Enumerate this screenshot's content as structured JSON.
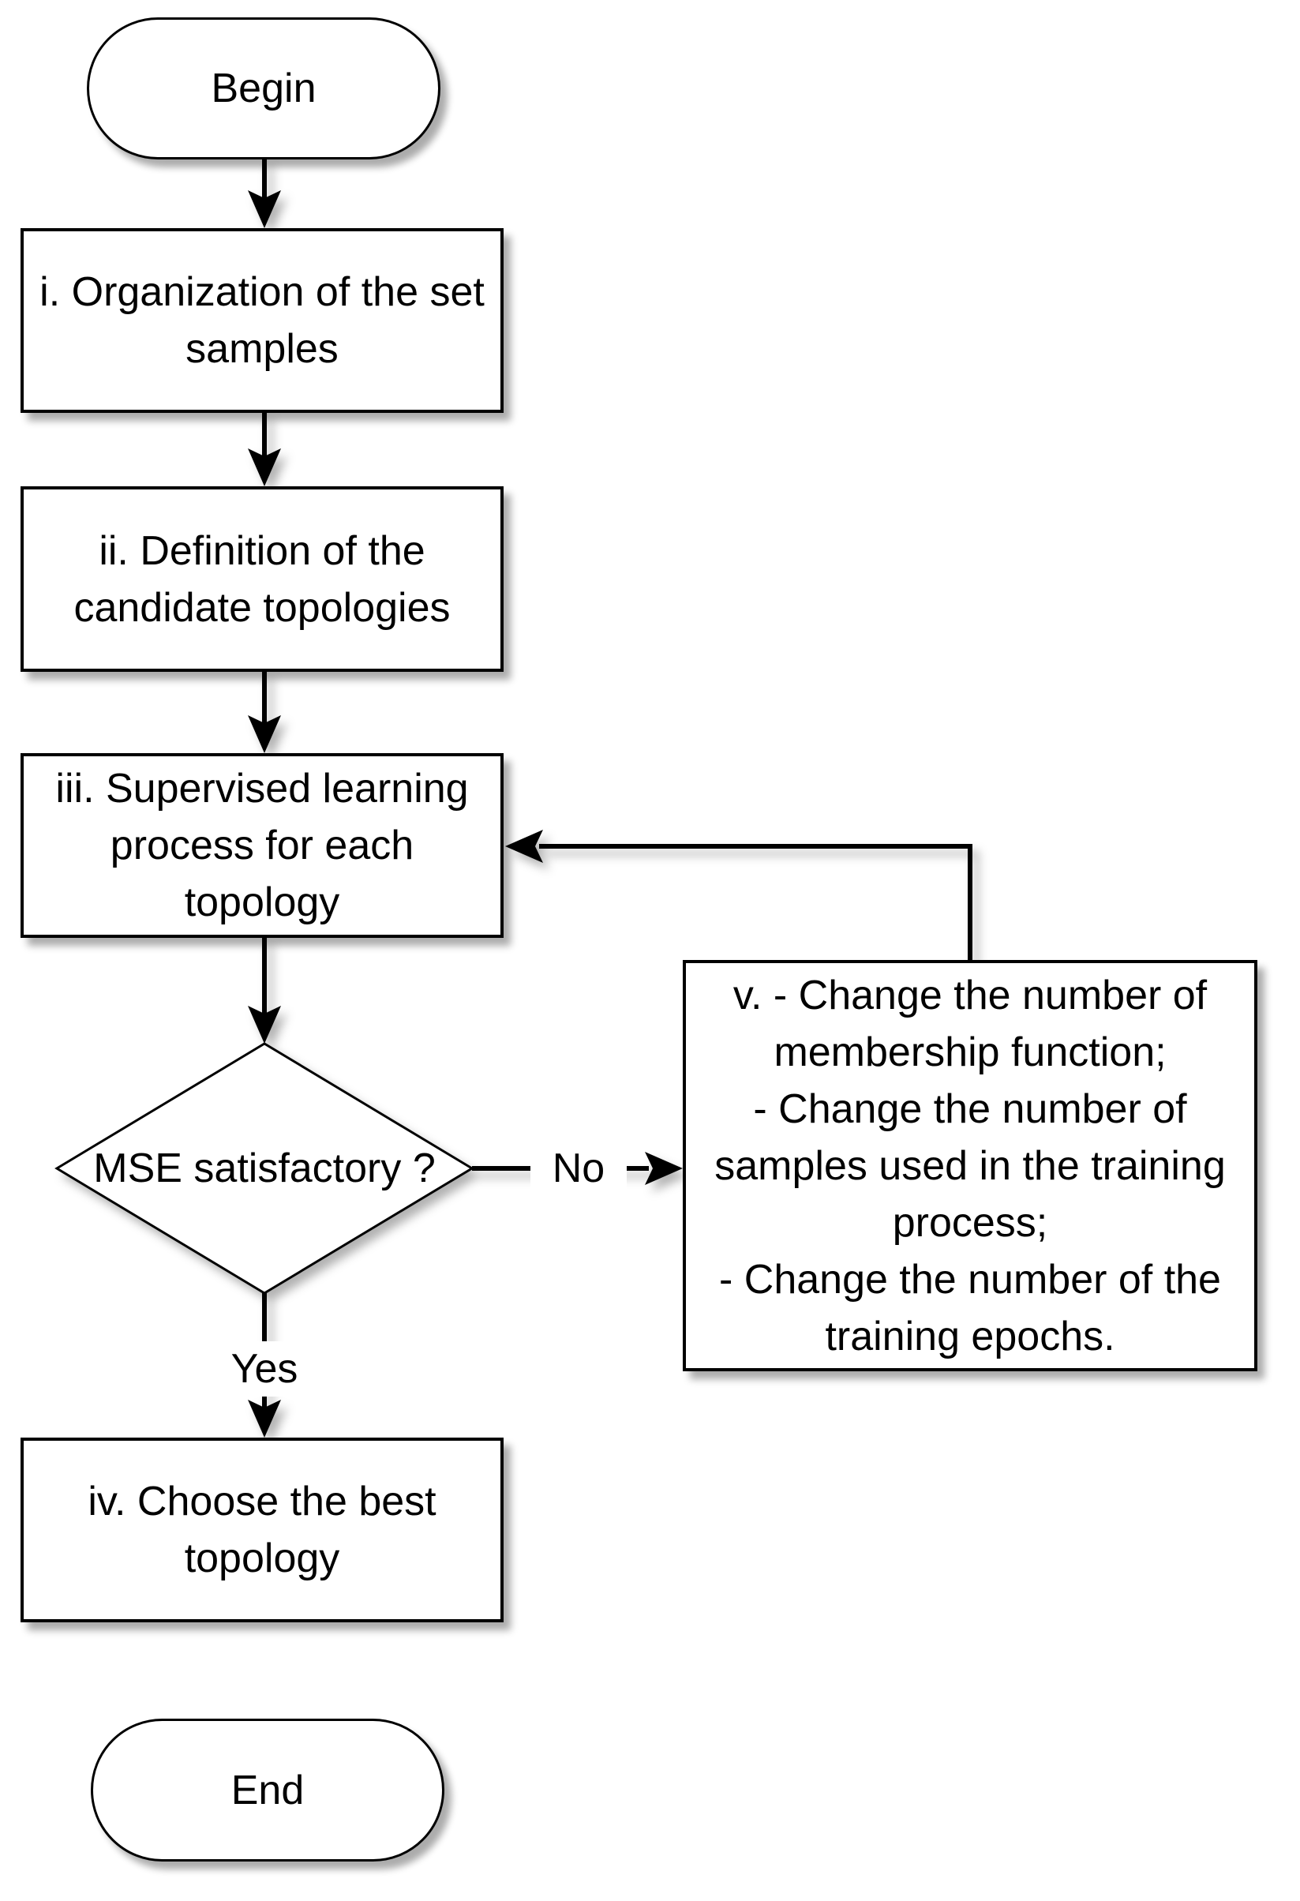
{
  "nodes": {
    "begin": {
      "label": "Begin"
    },
    "step_i": {
      "lines": [
        "i. Organization of the set",
        "samples"
      ]
    },
    "step_ii": {
      "lines": [
        "ii. Definition of the",
        "candidate topologies"
      ]
    },
    "step_iii": {
      "lines": [
        "iii. Supervised learning",
        "process for each",
        "topology"
      ]
    },
    "decision": {
      "label": "MSE satisfactory ?"
    },
    "step_v": {
      "lines": [
        "v. - Change the number of",
        "membership function;",
        "- Change the number of",
        "samples used in the training",
        "process;",
        "- Change the number of the",
        "training epochs."
      ]
    },
    "step_iv": {
      "lines": [
        "iv. Choose the best",
        "topology"
      ]
    },
    "end": {
      "label": "End"
    }
  },
  "edge_labels": {
    "yes": "Yes",
    "no": "No"
  },
  "colors": {
    "stroke": "#000000",
    "node_fill": "#ffffff",
    "background": "#ffffff"
  }
}
